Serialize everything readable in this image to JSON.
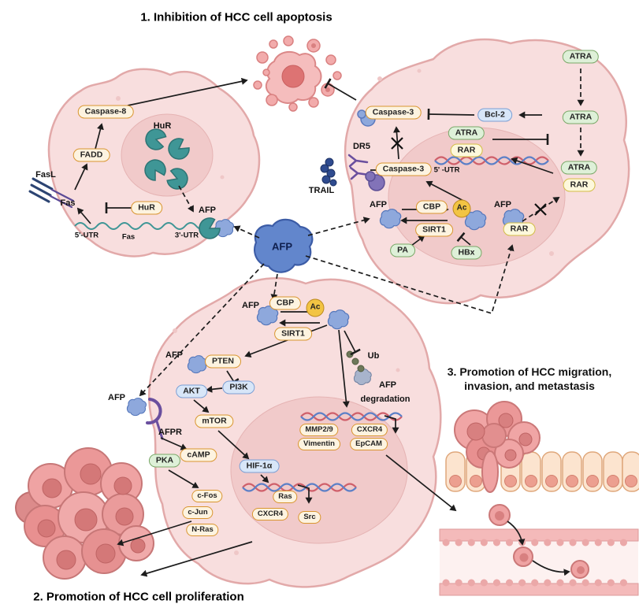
{
  "titles": {
    "s1": "1. Inhibition of HCC cell apoptosis",
    "s2": "2. Promotion of HCC cell proliferation",
    "s3a": "3. Promotion of HCC migration,",
    "s3b": "invasion, and metastasis"
  },
  "center": {
    "afp": "AFP"
  },
  "left_cell": {
    "caspase8": "Caspase-8",
    "fadd": "FADD",
    "fasl": "FasL",
    "fas_receptor": "Fas",
    "hur_nucleus": "HuR",
    "hur": "HuR",
    "afp": "AFP",
    "utr5": "5'-UTR",
    "fas_gene": "Fas",
    "utr3": "3'-UTR"
  },
  "right_cell": {
    "caspase3_a": "Caspase-3",
    "caspase3_b": "Caspase-3",
    "dr5": "DR5",
    "trail": "TRAIL",
    "bcl2": "Bcl-2",
    "atra_nuc": "ATRA",
    "rar_nuc": "RAR",
    "utr5": "5' -UTR",
    "afp_a": "AFP",
    "cbp": "CBP",
    "ac": "Ac",
    "sirt1": "SIRT1",
    "pa": "PA",
    "hbx": "HBx",
    "afp_b": "AFP",
    "rar_free": "RAR",
    "atra_out1": "ATRA",
    "atra_out2": "ATRA",
    "atra_mem": "ATRA",
    "rar_mem": "RAR"
  },
  "bottom_cell": {
    "afp_a": "AFP",
    "cbp": "CBP",
    "ac": "Ac",
    "sirt1": "SIRT1",
    "afp_b": "AFP",
    "pten": "PTEN",
    "akt": "AKT",
    "pi3k": "PI3K",
    "mtor": "mTOR",
    "ub": "Ub",
    "deg1": "AFP",
    "deg2": "degradation",
    "mmp29": "MMP2/9",
    "cxcr4_a": "CXCR4",
    "vimentin": "Vimentin",
    "epcam": "EpCAM",
    "hif1a": "HIF-1α",
    "ras": "Ras",
    "cxcr4_b": "CXCR4",
    "src": "Src",
    "afp_c": "AFP",
    "afpr": "AFPR",
    "pka": "PKA",
    "camp": "cAMP",
    "cfos": "c-Fos",
    "cjun": "c-Jun",
    "nras": "N-Ras"
  },
  "colors": {
    "cell_fill": "#f8dede",
    "cell_stroke": "#e2a9a9",
    "nucleus_fill": "#f1caca",
    "afp_blue": "#6286cc",
    "teal": "#3f9696",
    "orange_stroke": "#d9952f",
    "green_stroke": "#7aa868",
    "blue_stroke": "#7b9fd4",
    "ac_gold": "#f2c443"
  }
}
